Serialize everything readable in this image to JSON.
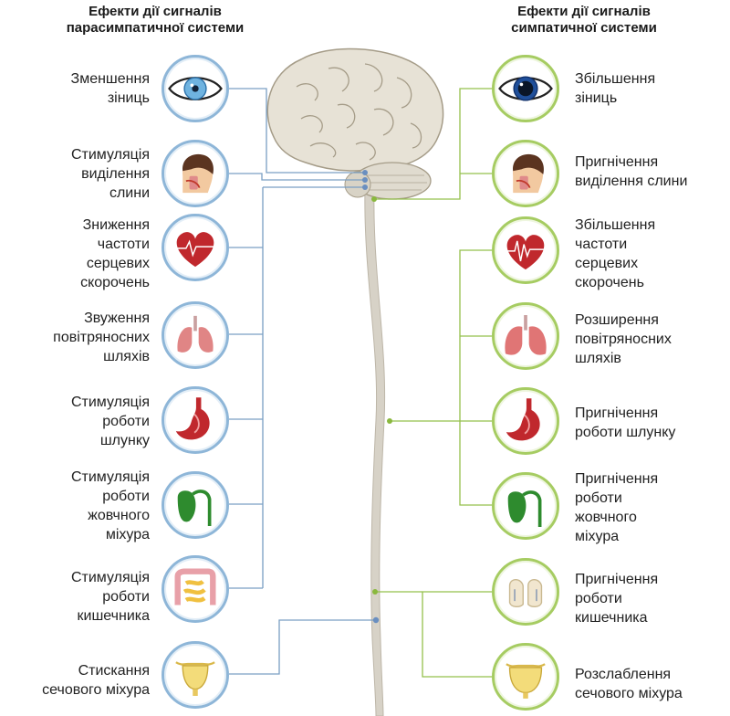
{
  "headers": {
    "parasympathetic": [
      "Ефекти дії сигналів",
      "парасимпатичної системи"
    ],
    "sympathetic": [
      "Ефекти дії сигналів",
      "симпатичної системи"
    ]
  },
  "colors": {
    "parasympathetic_line": "#7a9fc4",
    "sympathetic_line": "#94c04c",
    "spine": "#d7d2c7",
    "brain": "#e7e2d6"
  },
  "parasympathetic_effects": [
    {
      "organ": "eye-icon",
      "lines": [
        "Зменшення",
        "зіниць"
      ]
    },
    {
      "organ": "head-icon",
      "lines": [
        "Стимуляція",
        "виділення",
        "слини"
      ]
    },
    {
      "organ": "heart-icon",
      "lines": [
        "Зниження",
        "частоти",
        "серцевих",
        "скорочень"
      ]
    },
    {
      "organ": "lungs-icon",
      "lines": [
        "Звуження",
        "повітряносних",
        "шляхів"
      ]
    },
    {
      "organ": "stomach-icon",
      "lines": [
        "Стимуляція",
        "роботи",
        "шлунку"
      ]
    },
    {
      "organ": "gallbladder-icon",
      "lines": [
        "Стимуляція",
        "роботи",
        "жовчного",
        "міхура"
      ]
    },
    {
      "organ": "intestine-icon",
      "lines": [
        "Стимуляція",
        "роботи",
        "кишечника"
      ]
    },
    {
      "organ": "bladder-icon",
      "lines": [
        "Стискання",
        "сечового міхура"
      ]
    }
  ],
  "sympathetic_effects": [
    {
      "organ": "eye-icon",
      "lines": [
        "Збільшення",
        "зіниць"
      ]
    },
    {
      "organ": "head-icon",
      "lines": [
        "Пригнічення",
        "виділення слини"
      ]
    },
    {
      "organ": "heart-icon",
      "lines": [
        "Збільшення",
        "частоти",
        "серцевих",
        "скорочень"
      ]
    },
    {
      "organ": "lungs-icon",
      "lines": [
        "Розширення",
        "повітряносних",
        "шляхів"
      ]
    },
    {
      "organ": "stomach-icon",
      "lines": [
        "Пригнічення",
        "роботи шлунку"
      ]
    },
    {
      "organ": "gallbladder-icon",
      "lines": [
        "Пригнічення",
        "роботи",
        "жовчного",
        "міхура"
      ]
    },
    {
      "organ": "intestine-icon",
      "lines": [
        "Пригнічення",
        "роботи",
        "кишечника"
      ]
    },
    {
      "organ": "bladder-icon",
      "lines": [
        "Розслаблення",
        "сечового міхура"
      ]
    }
  ]
}
